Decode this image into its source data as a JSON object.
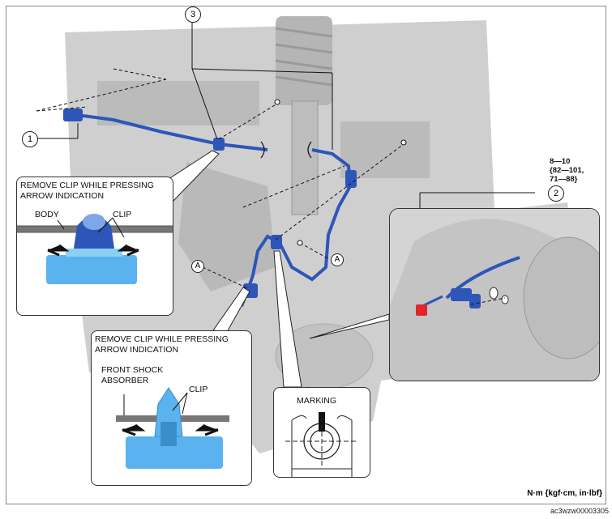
{
  "callouts": {
    "one": "1",
    "two": "2",
    "three": "3",
    "a_left": "A",
    "a_right": "A"
  },
  "inset_body_clip": {
    "title_line1": "REMOVE CLIP WHILE PRESSING",
    "title_line2": "ARROW INDICATION",
    "body_label": "BODY",
    "clip_label": "CLIP"
  },
  "inset_shock_clip": {
    "title_line1": "REMOVE CLIP WHILE PRESSING",
    "title_line2": "ARROW INDICATION",
    "shock_label_line1": "FRONT SHOCK",
    "shock_label_line2": "ABSORBER",
    "clip_label": "CLIP"
  },
  "inset_marking": {
    "label": "MARKING"
  },
  "torque": {
    "line1": "8—10",
    "line2": "{82—101,",
    "line3": "71—88}"
  },
  "footer": {
    "unit": "N·m {kgf·cm, in·lbf}",
    "figure_id": "ac3wzw00003305"
  },
  "colors": {
    "harness": "#2e56b8",
    "harness_light": "#7fa6e8",
    "clip_blue": "#5ab3ee",
    "connector_red": "#e3262b",
    "background_gray": "#c9c9c9"
  }
}
